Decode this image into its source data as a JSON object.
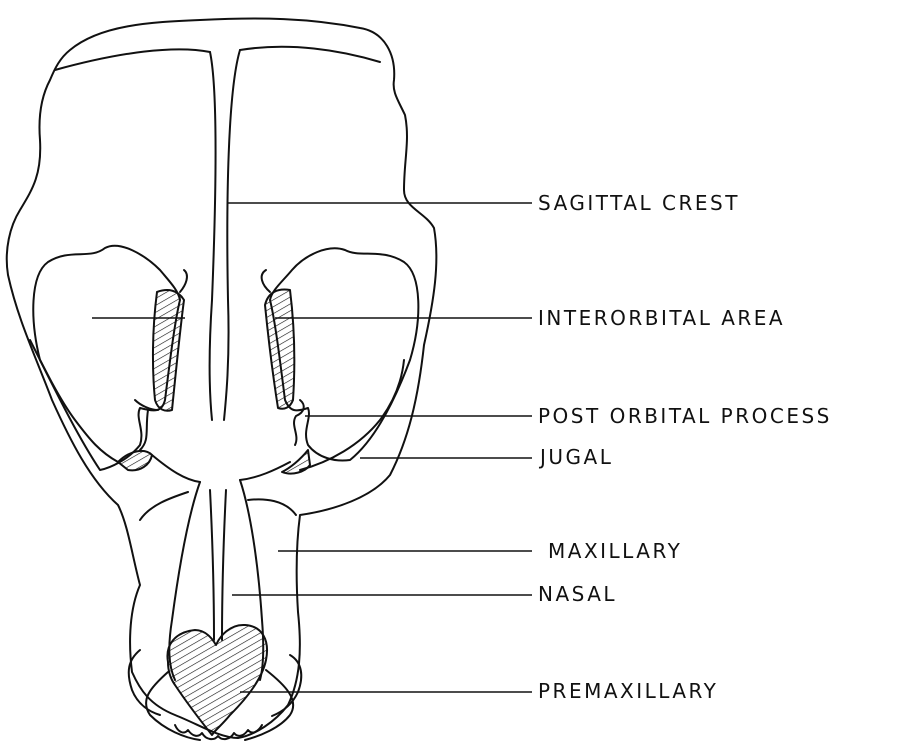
{
  "labels": {
    "sagittal_crest": "SAGITTAL CREST",
    "interorbital_area": "INTERORBITAL AREA",
    "post_orbital_process": "POST ORBITAL PROCESS",
    "jugal": "JUGAL",
    "maxillary": "MAXILLARY",
    "nasal": "NASAL",
    "premaxillary": "PREMAXILLARY"
  },
  "colors": {
    "ink": "#111111",
    "paper": "#ffffff"
  }
}
